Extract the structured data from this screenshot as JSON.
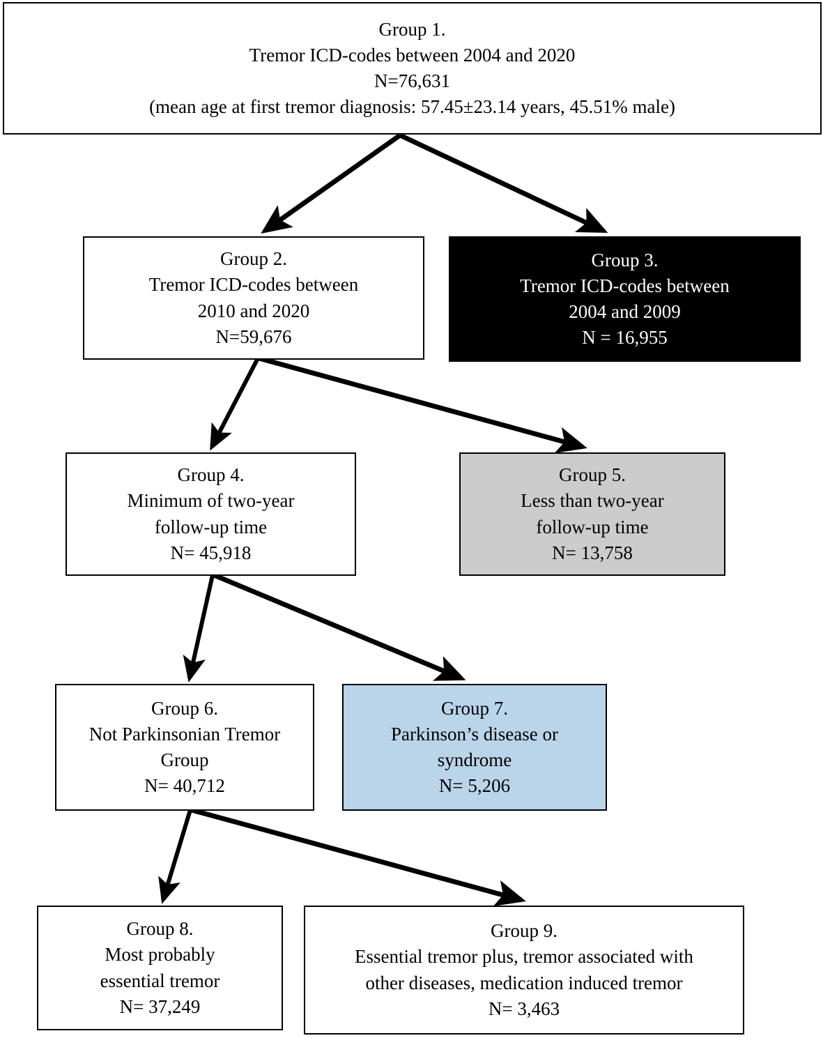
{
  "chart_data": {
    "type": "diagram",
    "title": "Study cohort selection flowchart",
    "nodes": [
      {
        "id": "g1",
        "style": "white",
        "lines": [
          "Group 1.",
          "Tremor ICD-codes between 2004 and 2020",
          "N=76,631",
          "(mean age at first tremor diagnosis: 57.45±23.14 years, 45.51% male)"
        ],
        "n": 76631
      },
      {
        "id": "g2",
        "style": "white",
        "lines": [
          "Group 2.",
          "Tremor ICD-codes between",
          "2010 and 2020",
          "N=59,676"
        ],
        "n": 59676
      },
      {
        "id": "g3",
        "style": "black",
        "lines": [
          "Group 3.",
          "Tremor ICD-codes between",
          "2004 and 2009",
          "N = 16,955"
        ],
        "n": 16955
      },
      {
        "id": "g4",
        "style": "white",
        "lines": [
          "Group 4.",
          "Minimum of two-year",
          "follow-up time",
          "N= 45,918"
        ],
        "n": 45918
      },
      {
        "id": "g5",
        "style": "gray",
        "lines": [
          "Group 5.",
          "Less than two-year",
          "follow-up time",
          "N= 13,758"
        ],
        "n": 13758
      },
      {
        "id": "g6",
        "style": "white",
        "lines": [
          "Group 6.",
          "Not Parkinsonian Tremor",
          "Group",
          "N= 40,712"
        ],
        "n": 40712
      },
      {
        "id": "g7",
        "style": "blue",
        "lines": [
          "Group 7.",
          "Parkinson’s disease or",
          "syndrome",
          "N= 5,206"
        ],
        "n": 5206
      },
      {
        "id": "g8",
        "style": "white",
        "lines": [
          "Group 8.",
          "Most probably",
          "essential tremor",
          "N= 37,249"
        ],
        "n": 37249
      },
      {
        "id": "g9",
        "style": "white",
        "lines": [
          "Group 9.",
          "Essential tremor plus, tremor associated with",
          "other diseases, medication induced tremor",
          "N= 3,463"
        ],
        "n": 3463
      }
    ],
    "edges": [
      {
        "from": "g1",
        "to": "g2"
      },
      {
        "from": "g1",
        "to": "g3"
      },
      {
        "from": "g2",
        "to": "g4"
      },
      {
        "from": "g2",
        "to": "g5"
      },
      {
        "from": "g4",
        "to": "g6"
      },
      {
        "from": "g4",
        "to": "g7"
      },
      {
        "from": "g6",
        "to": "g8"
      },
      {
        "from": "g6",
        "to": "g9"
      }
    ]
  },
  "colors": {
    "black_box": "#000000",
    "gray_box": "#cccccc",
    "blue_box": "#bad4ea",
    "white_box": "#ffffff",
    "stroke": "#000000"
  },
  "nodes": {
    "g1": {
      "l0": "Group 1.",
      "l1": "Tremor ICD-codes between 2004 and 2020",
      "l2": "N=76,631",
      "l3": "(mean age at first tremor diagnosis: 57.45±23.14 years, 45.51% male)"
    },
    "g2": {
      "l0": "Group 2.",
      "l1": "Tremor ICD-codes between",
      "l2": "2010 and 2020",
      "l3": "N=59,676"
    },
    "g3": {
      "l0": "Group 3.",
      "l1": "Tremor ICD-codes between",
      "l2": "2004 and 2009",
      "l3": "N = 16,955"
    },
    "g4": {
      "l0": "Group 4.",
      "l1": "Minimum of two-year",
      "l2": "follow-up time",
      "l3": "N= 45,918"
    },
    "g5": {
      "l0": "Group 5.",
      "l1": "Less than two-year",
      "l2": "follow-up time",
      "l3": "N= 13,758"
    },
    "g6": {
      "l0": "Group 6.",
      "l1": "Not Parkinsonian Tremor",
      "l2": "Group",
      "l3": "N= 40,712"
    },
    "g7": {
      "l0": "Group 7.",
      "l1": "Parkinson’s disease or",
      "l2": "syndrome",
      "l3": "N= 5,206"
    },
    "g8": {
      "l0": "Group 8.",
      "l1": "Most probably",
      "l2": "essential tremor",
      "l3": "N= 37,249"
    },
    "g9": {
      "l0": "Group 9.",
      "l1": "Essential tremor plus, tremor associated with",
      "l2": "other diseases, medication induced tremor",
      "l3": "N= 3,463"
    }
  }
}
